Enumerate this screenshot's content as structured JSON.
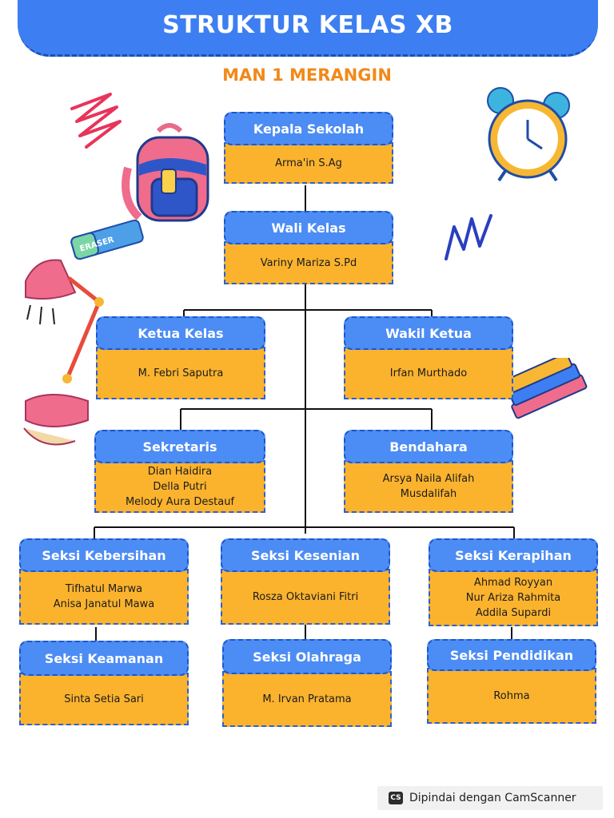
{
  "header": {
    "title": "STRUKTUR KELAS XB",
    "subtitle": "MAN 1 MERANGIN"
  },
  "nodes": {
    "kepala": {
      "role": "Kepala Sekolah",
      "names": [
        "Arma'in S.Ag"
      ]
    },
    "wali": {
      "role": "Wali Kelas",
      "names": [
        "Variny Mariza S.Pd"
      ]
    },
    "ketua": {
      "role": "Ketua Kelas",
      "names": [
        "M. Febri Saputra"
      ]
    },
    "wakil": {
      "role": "Wakil Ketua",
      "names": [
        "Irfan Murthado"
      ]
    },
    "sekretaris": {
      "role": "Sekretaris",
      "names": [
        "Dian Haidira",
        "Della Putri",
        "Melody Aura Destauf"
      ]
    },
    "bendahara": {
      "role": "Bendahara",
      "names": [
        "Arsya Naila Alifah",
        "Musdalifah"
      ]
    },
    "kebersihan": {
      "role": "Seksi Kebersihan",
      "names": [
        "Tifhatul Marwa",
        "Anisa Janatul Mawa"
      ]
    },
    "kesenian": {
      "role": "Seksi Kesenian",
      "names": [
        "Rosza Oktaviani Fitri"
      ]
    },
    "kerapihan": {
      "role": "Seksi Kerapihan",
      "names": [
        "Ahmad Royyan",
        "Nur Ariza Rahmita",
        "Addila Supardi"
      ]
    },
    "keamanan": {
      "role": "Seksi Keamanan",
      "names": [
        "Sinta Setia Sari"
      ]
    },
    "olahraga": {
      "role": "Seksi Olahraga",
      "names": [
        "M. Irvan Pratama"
      ]
    },
    "pendidikan": {
      "role": "Seksi Pendidikan",
      "names": [
        "Rohma"
      ]
    }
  },
  "decorations": {
    "eraser_label": "ERASER"
  },
  "footer": {
    "scanner_badge": "CS",
    "scanner_text": "Dipindai dengan CamScanner"
  },
  "colors": {
    "banner": "#3d7ff2",
    "role_box": "#4c8cf5",
    "name_box": "#fbb32e",
    "subtitle": "#f08a1a"
  }
}
